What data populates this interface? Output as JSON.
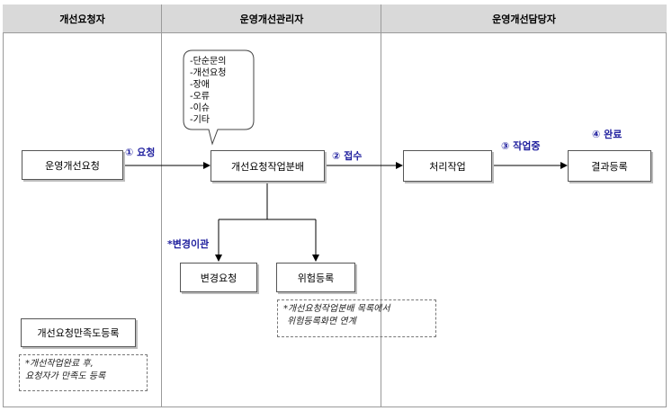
{
  "lanes": [
    {
      "title": "개선요청자"
    },
    {
      "title": "운영개선관리자"
    },
    {
      "title": "운영개선담당자"
    }
  ],
  "boxes": {
    "request": "운영개선요청",
    "classify": "개선요청작업분배",
    "process": "처리작업",
    "result": "결과등록",
    "change": "변경요청",
    "risk": "위험등록",
    "satisfaction": "개선요청만족도등록"
  },
  "labels": {
    "step1": "① 요청",
    "step2": "② 접수",
    "step3": "③ 작업중",
    "step4": "④ 완료",
    "change_transfer": "*변경이관"
  },
  "bubble_items": [
    "-단순문의",
    "-개선요청",
    "-장애",
    "-오류",
    "-이슈",
    "-기타"
  ],
  "notes": {
    "risk_note": [
      "*개선요청작업분배 목록에서",
      "위험등록화면 연계"
    ],
    "satisfaction_note": [
      "*개선작업완료 후,",
      "요청자가 만족도 등록"
    ]
  },
  "colors": {
    "header_bg": "#d9d9d9",
    "label": "#1f1f9e"
  }
}
